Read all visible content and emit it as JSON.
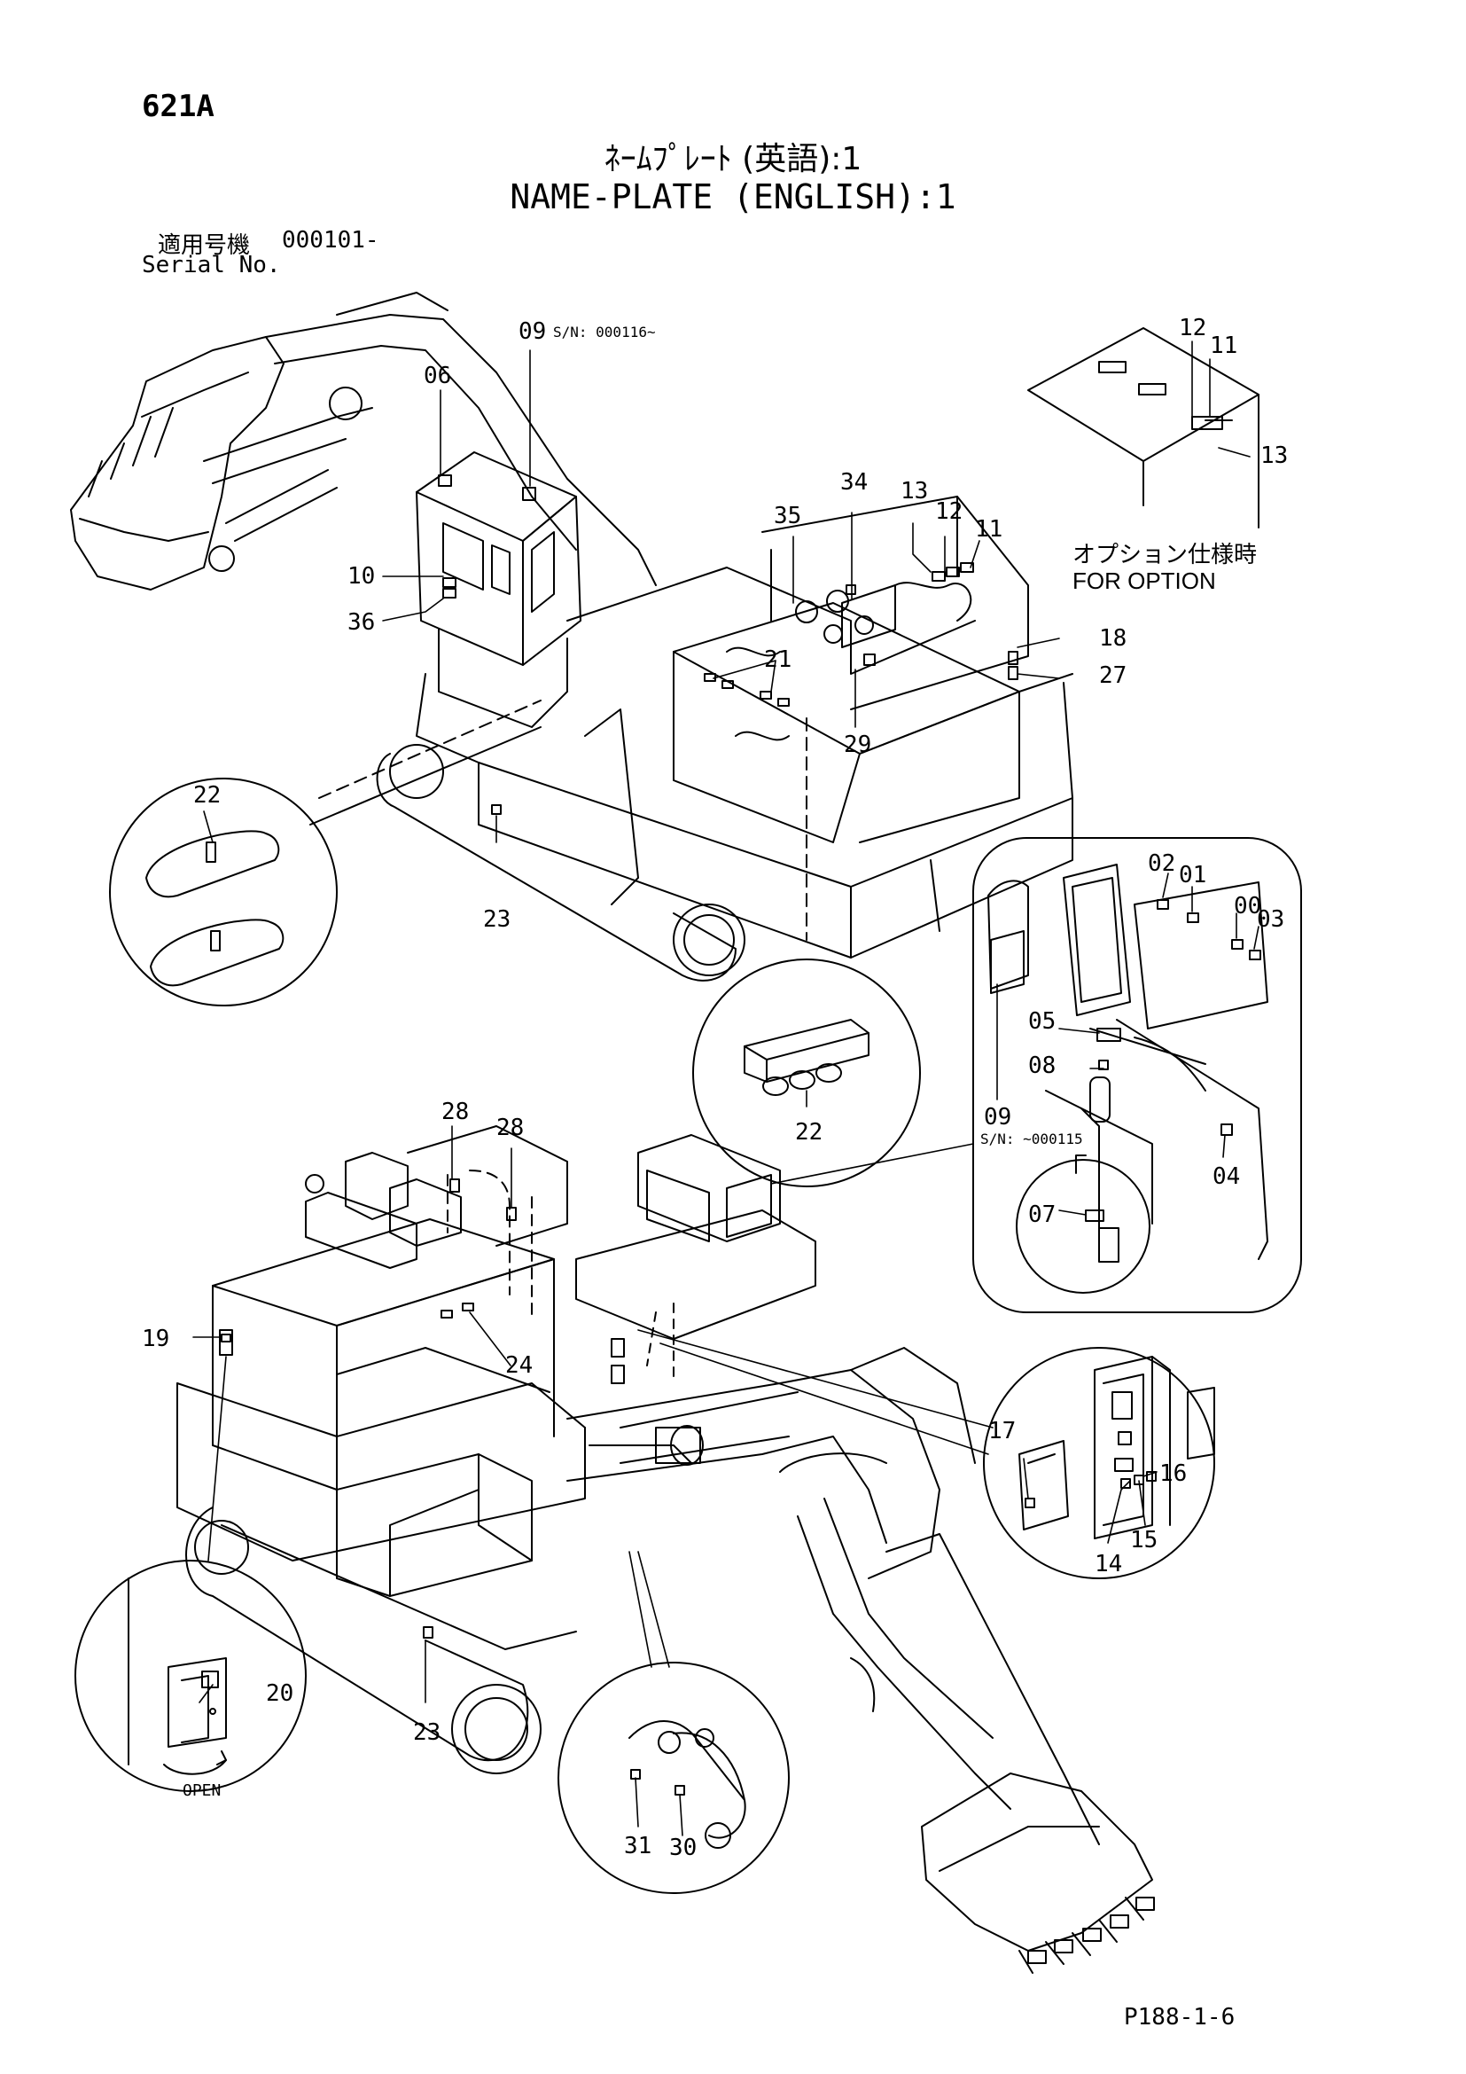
{
  "page": {
    "id": "621A",
    "title_jp": "ﾈｰﾑﾌﾟﾚｰﾄ (英語):1",
    "title_en": "NAME-PLATE (ENGLISH):1",
    "serial_label_jp": "適用号機",
    "serial_value": "000101-",
    "serial_label_en": "Serial No.",
    "footer_code": "P188-1-6"
  },
  "option_note": {
    "jp": "オプション仕様時",
    "en": "FOR OPTION"
  },
  "callouts": {
    "c06": "06",
    "c09_top": "09",
    "c09_top_serial": "S/N: 000116~",
    "c10": "10",
    "c36": "36",
    "c35": "35",
    "c34": "34",
    "c13a": "13",
    "c12a": "12",
    "c11a": "11",
    "c12b": "12",
    "c11b": "11",
    "c13b": "13",
    "c18": "18",
    "c27": "27",
    "c21": "21",
    "c29": "29",
    "c22a": "22",
    "c23a": "23",
    "c22b": "22",
    "c02": "02",
    "c01": "01",
    "c00": "00",
    "c03": "03",
    "c05": "05",
    "c08": "08",
    "c09_cab": "09",
    "c09_cab_serial": "S/N: ~000115",
    "c04": "04",
    "c07": "07",
    "c28a": "28",
    "c28b": "28",
    "c19": "19",
    "c24": "24",
    "c17": "17",
    "c16": "16",
    "c15": "15",
    "c14": "14",
    "c20": "20",
    "open_label": "OPEN",
    "c23b": "23",
    "c31": "31",
    "c30": "30"
  }
}
